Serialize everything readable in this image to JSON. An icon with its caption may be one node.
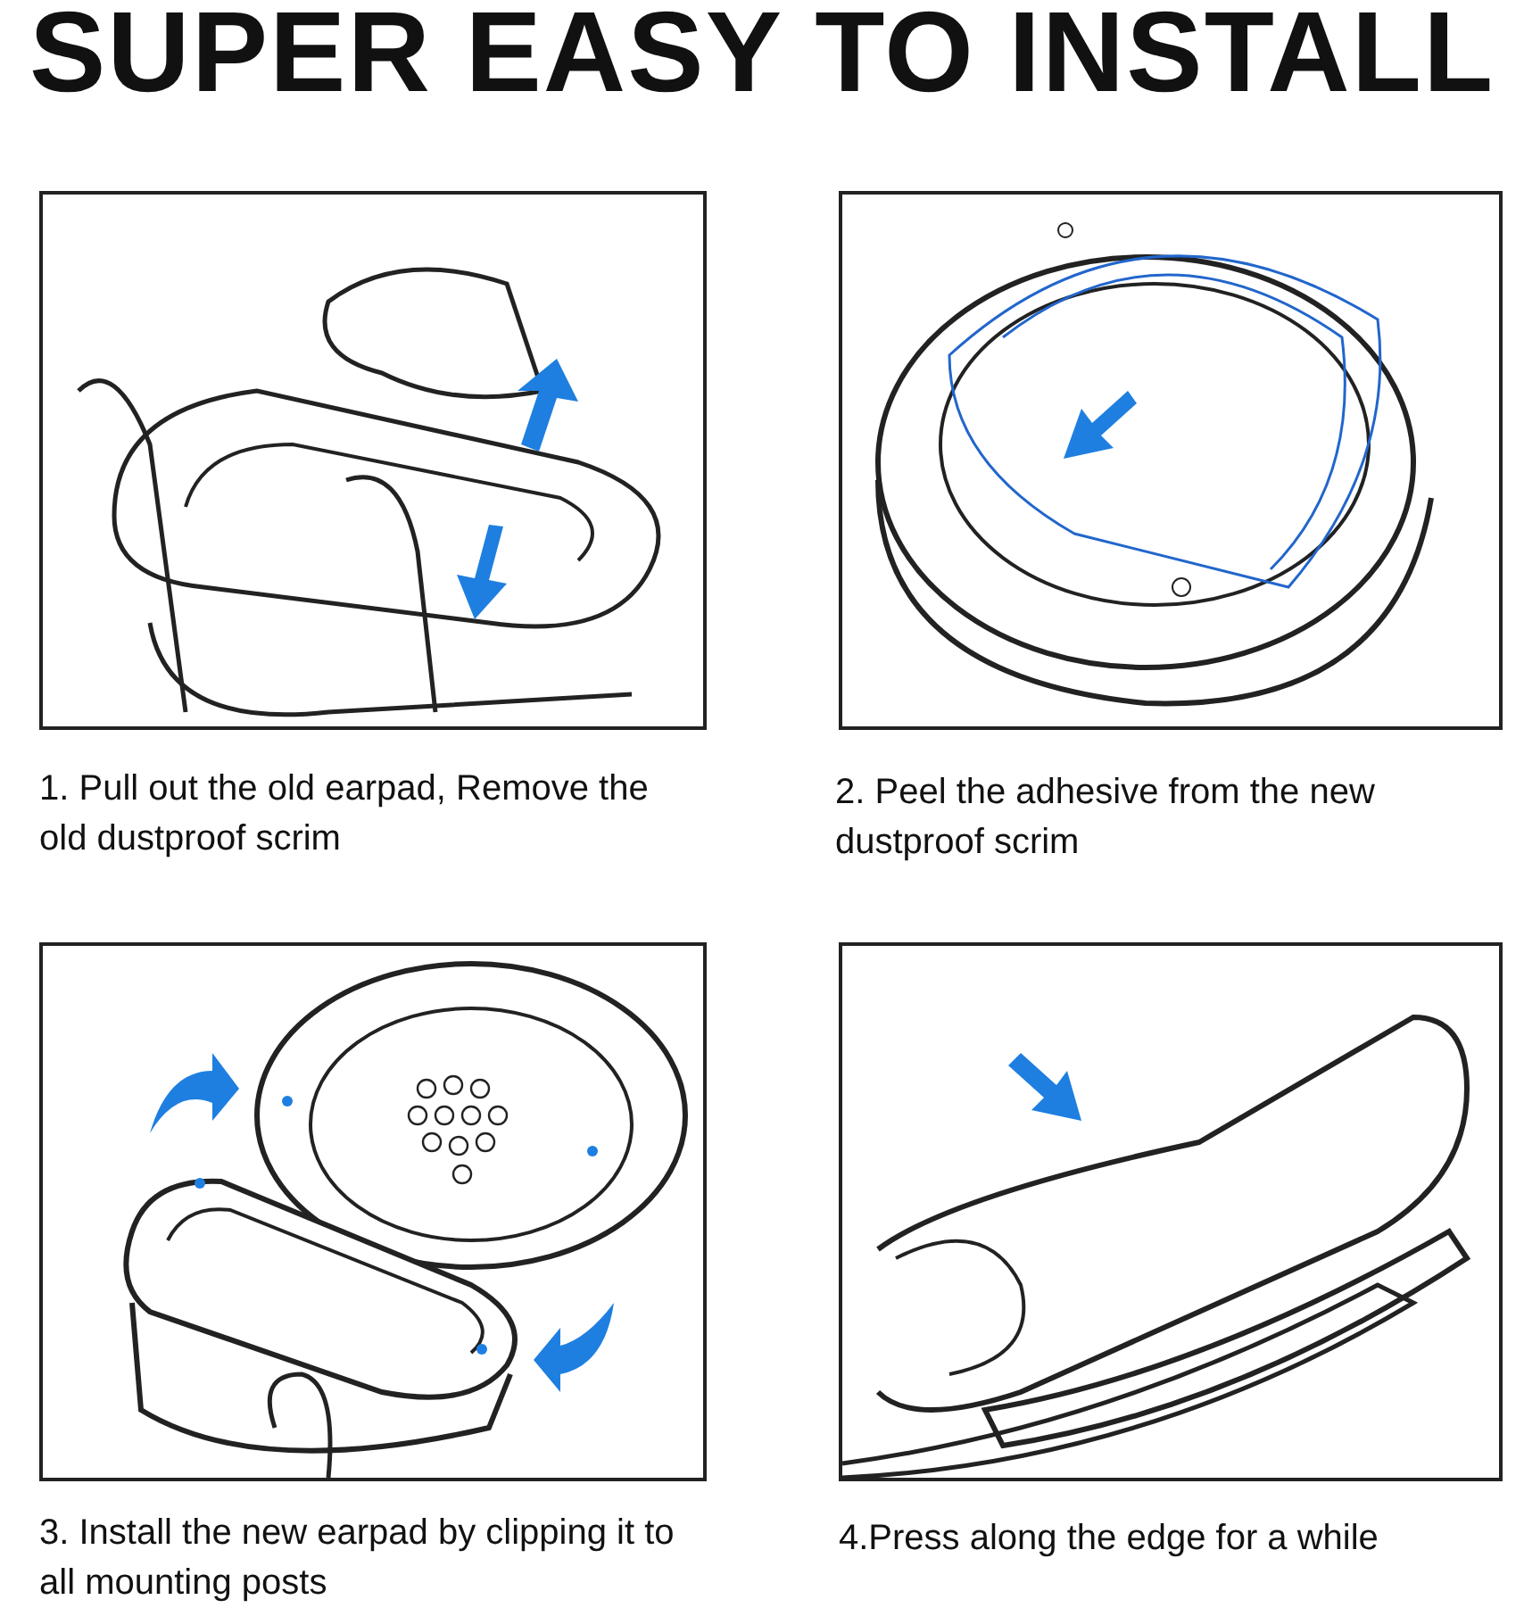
{
  "diagram": {
    "title": "SUPER EASY TO INSTALL",
    "labels": [
      "1. Pull out the old earpad, Remove the old dustproof scrim",
      "2. Peel the adhesive from the new dustproof scrim",
      "3. Install the new earpad by clipping it to all mounting posts",
      "4.Press along the edge for a while"
    ]
  }
}
